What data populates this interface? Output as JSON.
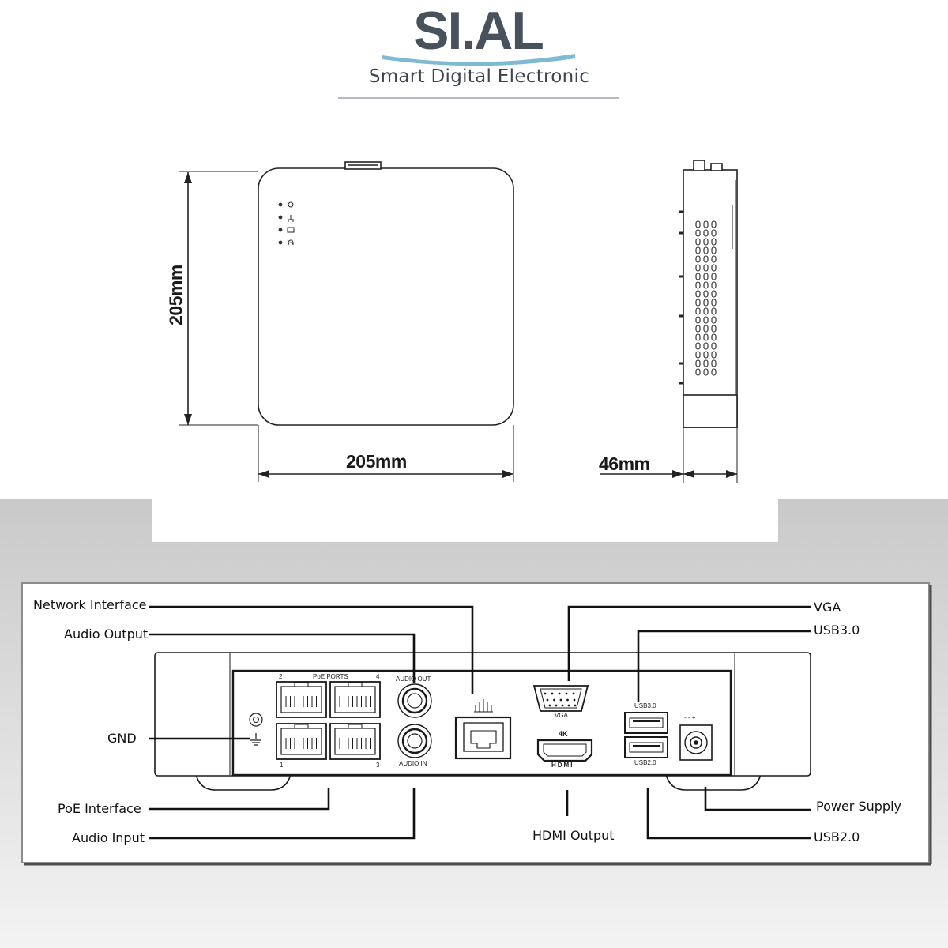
{
  "brand": {
    "name": "SI.AL",
    "tagline": "Smart Digital Electronic",
    "colors": {
      "wordmark": "#48525c",
      "swoosh": "#7fb9d2",
      "tagline": "#3c4450"
    }
  },
  "dimensions": {
    "height": "205mm",
    "width": "205mm",
    "depth": "46mm"
  },
  "front_panel_icons": [
    "power-icon",
    "network-icon",
    "hdd-icon",
    "cloud-icon"
  ],
  "rear_panel": {
    "port_labels": {
      "poe_num_2": "2",
      "poe_title": "PoE PORTS",
      "poe_num_4": "4",
      "poe_bottom_left": "1",
      "poe_bottom_right": "3",
      "audio_out": "AUDIO OUT",
      "audio_in": "AUDIO IN",
      "vga": "VGA",
      "hdmi_4k": "4K",
      "hdmi_logo": "HDMI",
      "usb30": "USB3.0",
      "usb20": "USB2.0",
      "dc": "- - +"
    },
    "callouts": {
      "network_interface": "Network Interface",
      "audio_output": "Audio Output",
      "gnd": "GND",
      "poe_interface": "PoE Interface",
      "audio_input": "Audio Input",
      "vga": "VGA",
      "usb30": "USB3.0",
      "hdmi_output": "HDMI Output",
      "power_supply": "Power Supply",
      "usb20": "USB2.0"
    }
  },
  "colors": {
    "background_gray": "#c4c4c4",
    "panel_white": "#ffffff",
    "line": "#111111"
  }
}
